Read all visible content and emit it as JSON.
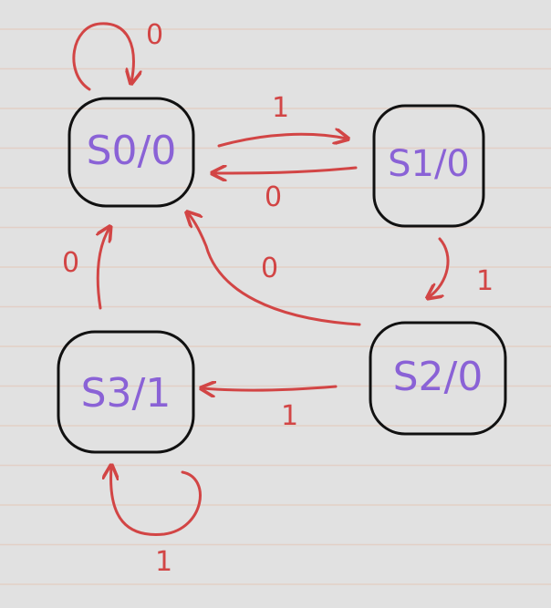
{
  "colors": {
    "paper": "#e1e1e1",
    "ruling": "#e2cfc6",
    "state_border": "#111111",
    "state_text": "#8a62d6",
    "transition": "#d24545"
  },
  "states": [
    {
      "id": "S0",
      "label": "S0/0"
    },
    {
      "id": "S1",
      "label": "S1/0"
    },
    {
      "id": "S2",
      "label": "S2/0"
    },
    {
      "id": "S3",
      "label": "S3/1"
    }
  ],
  "transitions": [
    {
      "from": "S0",
      "to": "S0",
      "input": "0"
    },
    {
      "from": "S0",
      "to": "S1",
      "input": "1"
    },
    {
      "from": "S1",
      "to": "S0",
      "input": "0"
    },
    {
      "from": "S1",
      "to": "S2",
      "input": "1"
    },
    {
      "from": "S2",
      "to": "S0",
      "input": "0"
    },
    {
      "from": "S2",
      "to": "S3",
      "input": "1"
    },
    {
      "from": "S3",
      "to": "S0",
      "input": "0"
    },
    {
      "from": "S3",
      "to": "S3",
      "input": "1"
    }
  ]
}
